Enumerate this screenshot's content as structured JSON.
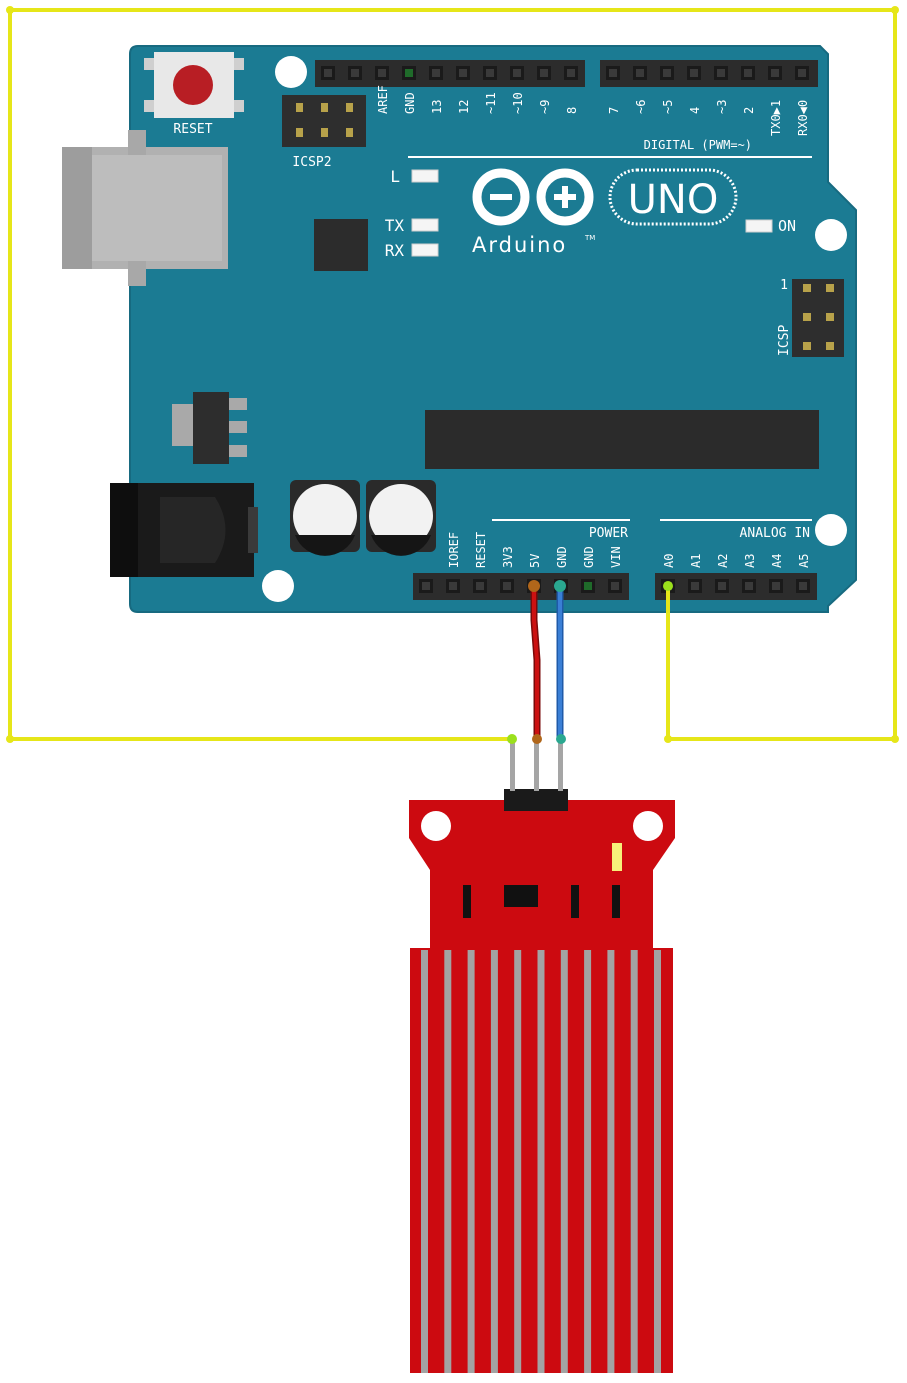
{
  "board": {
    "reset_label": "RESET",
    "icsp2_label": "ICSP2",
    "icsp_label": "ICSP",
    "icsp_pin1_label": "1",
    "digital_header_label": "DIGITAL (PWM=~)",
    "digital_pins": [
      "AREF",
      "GND",
      "13",
      "12",
      "~11",
      "~10",
      "~9",
      "8",
      "7",
      "~6",
      "~5",
      "4",
      "~3",
      "2",
      "TX0▶1",
      "RX0◀0"
    ],
    "led_l_label": "L",
    "led_tx_label": "TX",
    "led_rx_label": "RX",
    "led_on_label": "ON",
    "logo_text": "Arduino",
    "trademark": "TM",
    "model_label": "UNO",
    "power_header_label": "POWER",
    "power_pins": [
      "IOREF",
      "RESET",
      "3V3",
      "5V",
      "GND",
      "GND",
      "VIN"
    ],
    "analog_header_label": "ANALOG IN",
    "analog_pins": [
      "A0",
      "A1",
      "A2",
      "A3",
      "A4",
      "A5"
    ]
  },
  "wires": [
    {
      "from": "5V",
      "to": "sensor +",
      "color": "#cc1111"
    },
    {
      "from": "GND",
      "to": "sensor -",
      "color": "#3a7fd5"
    },
    {
      "from": "A0",
      "to": "sensor S",
      "color": "#e6e619"
    }
  ],
  "colors": {
    "board": "#1b7b93",
    "board_edge": "#176a80",
    "sensor": "#cc0a10",
    "trace": "#a3a3a3",
    "wire_signal": "#e6e619"
  }
}
